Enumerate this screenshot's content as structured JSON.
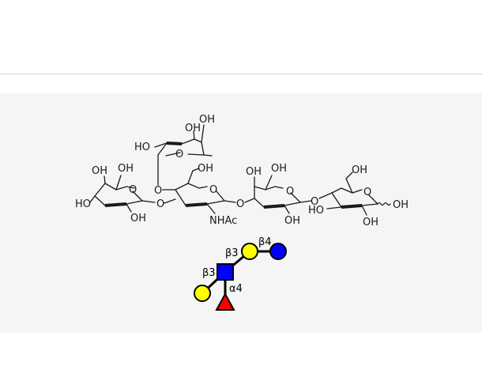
{
  "figure": {
    "structure_labels": {
      "fuc": {
        "oh_top": "OH",
        "oh_mid": "OH",
        "ho_left": "HO",
        "ring_o": "O"
      },
      "gal_terminal": {
        "oh_a": "OH",
        "oh_b": "OH",
        "ho": "HO",
        "oh_bottom": "OH",
        "ring_o": "O"
      },
      "glcnac": {
        "oh": "OH",
        "ring_o": "O",
        "link_o_fuc": "O",
        "link_o_gal": "O",
        "nhac": "NHAc",
        "link_o_next": "O"
      },
      "gal_internal": {
        "oh_a": "OH",
        "oh_b": "OH",
        "ring_o": "O",
        "oh_bottom": "OH",
        "link_o_next": "O"
      },
      "glc_reducing": {
        "oh_top": "OH",
        "ring_o": "O",
        "ho": "HO",
        "oh_anomeric": "OH",
        "oh_bottom": "OH"
      }
    },
    "snfg": {
      "linkages": [
        "β4",
        "β3",
        "β3",
        "α4"
      ],
      "residues": [
        {
          "name": "Glc",
          "shape": "circle",
          "color": "#0000ff"
        },
        {
          "name": "Gal",
          "shape": "circle",
          "color": "#ffff00"
        },
        {
          "name": "GlcNAc",
          "shape": "square",
          "color": "#0000ff"
        },
        {
          "name": "Gal",
          "shape": "circle",
          "color": "#ffff00"
        },
        {
          "name": "Fuc",
          "shape": "triangle",
          "color": "#ff0000"
        }
      ]
    },
    "colors": {
      "panel_bg": "#f5f5f5",
      "divider": "#d2d2d2",
      "glc_blue": "#0000ff",
      "gal_yellow": "#ffff00",
      "fuc_red": "#ff0000"
    }
  }
}
